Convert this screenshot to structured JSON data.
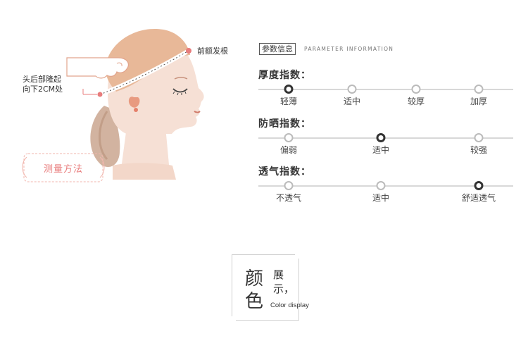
{
  "illustration": {
    "label_forehead": "前额发根",
    "label_back_line1": "头后部隆起",
    "label_back_line2": "向下2CM处",
    "badge_text": "测量方法",
    "icon": "head-measure-illustration"
  },
  "parameters": {
    "tag": "参数信息",
    "subtitle": "PARAMETER INFORMATION",
    "rows": [
      {
        "title": "厚度指数：",
        "options": [
          "轻薄",
          "适中",
          "较厚",
          "加厚"
        ],
        "selected": "轻薄"
      },
      {
        "title": "防晒指数：",
        "options": [
          "偏弱",
          "适中",
          "较强"
        ],
        "selected": "适中"
      },
      {
        "title": "透气指数：",
        "options": [
          "不透气",
          "适中",
          "舒适透气"
        ],
        "selected": "舒适透气"
      }
    ]
  },
  "color_display": {
    "big_1": "颜",
    "big_2": "色",
    "small_1": "展",
    "small_2": "示，",
    "english": "Color display"
  },
  "colors": {
    "skin": "#f6e0d5",
    "cap": "#e8b898",
    "hair_bun": "#d7b9a8",
    "accent_pink": "#e87c7c",
    "line": "#d8d8d8",
    "dot_selected": "#333333"
  }
}
